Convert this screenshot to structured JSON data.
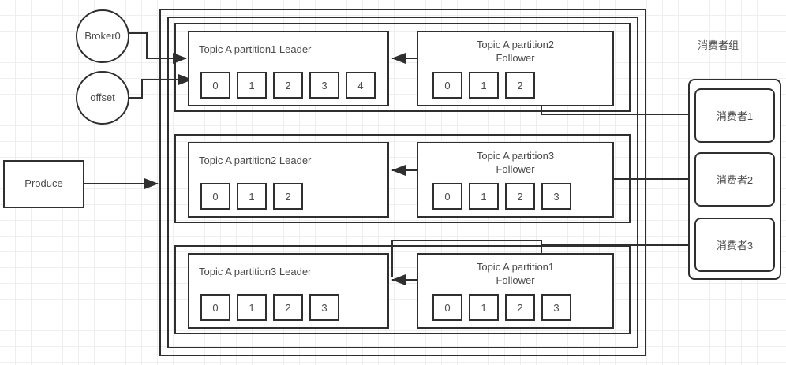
{
  "diagram": {
    "title_label": "消费者组",
    "producer": {
      "label": "Produce"
    },
    "broker": {
      "label": "Broker0"
    },
    "offset": {
      "label": "offset"
    },
    "partitions": [
      {
        "leader": {
          "title": "Topic A partition1 Leader",
          "offsets": [
            "0",
            "1",
            "2",
            "3",
            "4"
          ]
        },
        "follower": {
          "title_line1": "Topic A partition2",
          "title_line2": "Follower",
          "offsets": [
            "0",
            "1",
            "2"
          ]
        }
      },
      {
        "leader": {
          "title": "Topic A partition2 Leader",
          "offsets": [
            "0",
            "1",
            "2"
          ]
        },
        "follower": {
          "title_line1": "Topic A partition3",
          "title_line2": "Follower",
          "offsets": [
            "0",
            "1",
            "2",
            "3"
          ]
        }
      },
      {
        "leader": {
          "title": "Topic A partition3 Leader",
          "offsets": [
            "0",
            "1",
            "2",
            "3"
          ]
        },
        "follower": {
          "title_line1": "Topic A partition1",
          "title_line2": "Follower",
          "offsets": [
            "0",
            "1",
            "2",
            "3"
          ]
        }
      }
    ],
    "consumers": [
      {
        "label": "消费者1"
      },
      {
        "label": "消费者2"
      },
      {
        "label": "消费者3"
      }
    ],
    "colors": {
      "stroke": "#2f2f2f",
      "text": "#4a4a4a",
      "grid": "#eeeeee",
      "background": "#ffffff"
    }
  }
}
